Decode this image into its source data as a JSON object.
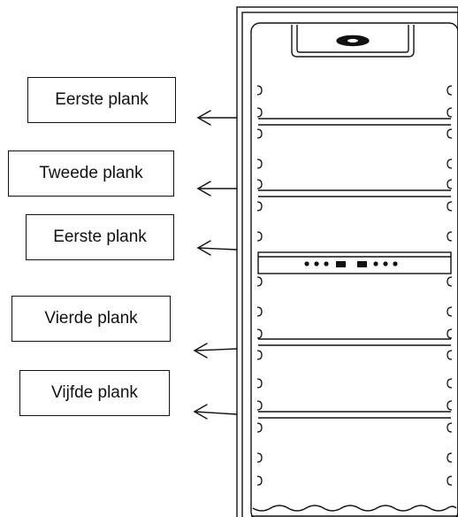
{
  "labels": [
    {
      "text": "Eerste plank"
    },
    {
      "text": "Tweede plank"
    },
    {
      "text": "Eerste plank"
    },
    {
      "text": "Vierde plank"
    },
    {
      "text": "Vijfde plank"
    }
  ],
  "colors": {
    "line": "#111111",
    "fill": "#ffffff"
  }
}
